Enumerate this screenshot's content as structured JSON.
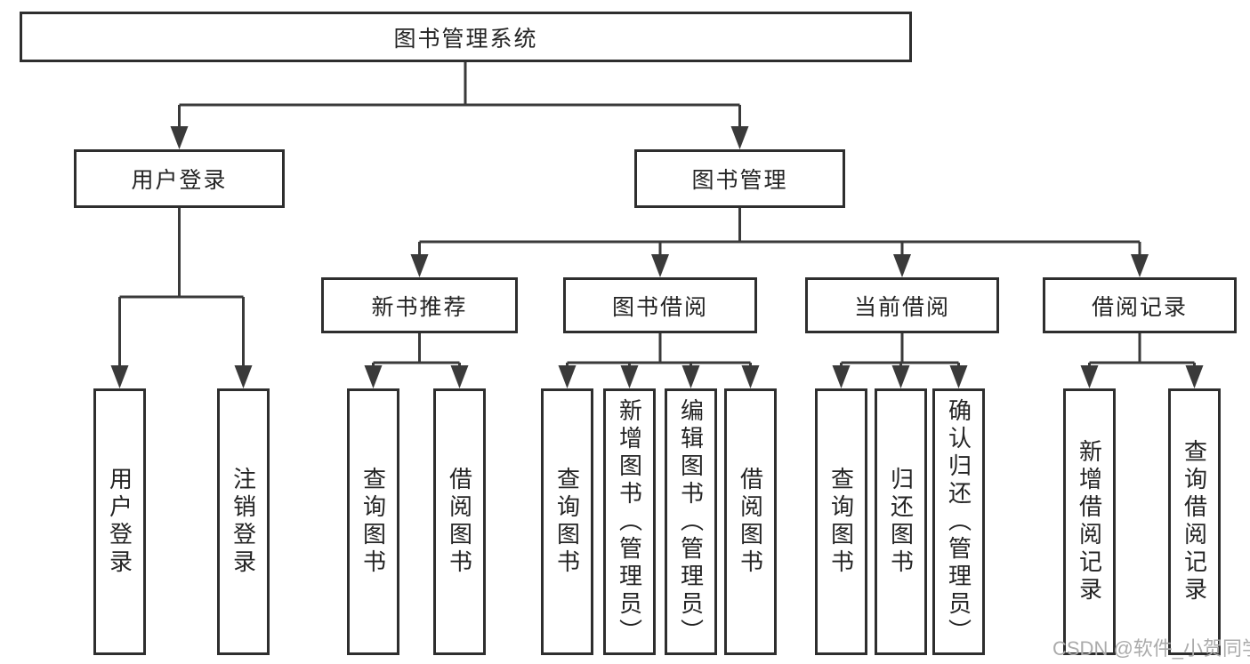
{
  "colors": {
    "line": "#3a3a3a",
    "border": "#2e2e2e",
    "text": "#242424",
    "watermark": "#ababab",
    "bg": "#ffffff"
  },
  "watermark": {
    "text": "CSDN @软件_小贺同学"
  },
  "tree": {
    "root": {
      "label": "图书管理系统"
    },
    "branches": [
      {
        "label": "用户登录",
        "children": [
          {
            "label": "用户登录"
          },
          {
            "label": "注销登录"
          }
        ]
      },
      {
        "label": "图书管理",
        "children": [
          {
            "label": "新书推荐",
            "children": [
              {
                "label": "查询图书"
              },
              {
                "label": "借阅图书"
              }
            ]
          },
          {
            "label": "图书借阅",
            "children": [
              {
                "label": "查询图书"
              },
              {
                "label": "新增图书（管理员）"
              },
              {
                "label": "编辑图书（管理员）"
              },
              {
                "label": "借阅图书"
              }
            ]
          },
          {
            "label": "当前借阅",
            "children": [
              {
                "label": "查询图书"
              },
              {
                "label": "归还图书"
              },
              {
                "label": "确认归还（管理员）"
              }
            ]
          },
          {
            "label": "借阅记录",
            "children": [
              {
                "label": "新增借阅记录"
              },
              {
                "label": "查询借阅记录"
              }
            ]
          }
        ]
      }
    ]
  }
}
